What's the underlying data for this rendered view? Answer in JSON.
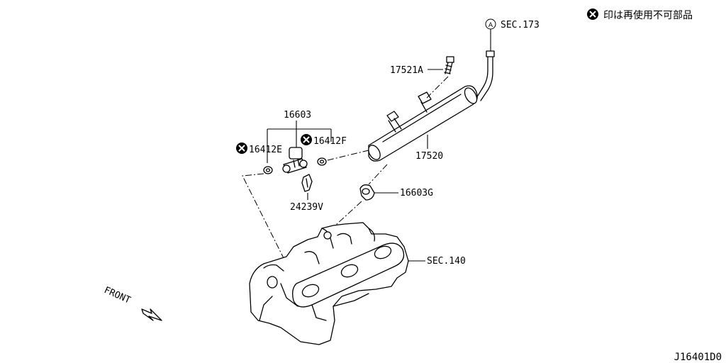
{
  "legend": {
    "symbol": "x-circle",
    "text": "印は再使用不可部品"
  },
  "labels": {
    "sec173": "SEC.173",
    "sec173_marker": "A",
    "p17521A": "17521A",
    "p16603": "16603",
    "p16412E": "16412E",
    "p16412F": "16412F",
    "p17520": "17520",
    "p16603G": "16603G",
    "p24239V": "24239V",
    "sec140": "SEC.140",
    "front": "FRONT"
  },
  "diagram_code": "J16401D0"
}
